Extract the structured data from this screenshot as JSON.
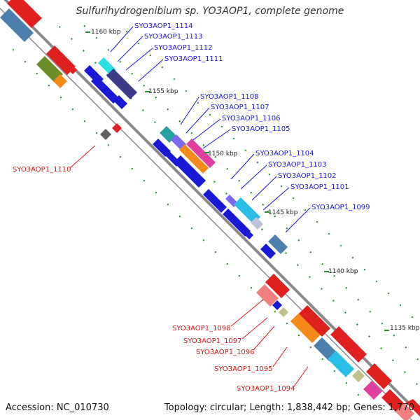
{
  "title": "Sulfurihydrogenibium sp. YO3AOP1, complete genome",
  "footer": {
    "accession": "Accession: NC_010730",
    "summary": "Topology: circular; Length: 1,838,442 bp; Genes: 1,770"
  },
  "colors": {
    "forward_label": "#1a1ad6",
    "reverse_label": "#d61a1a",
    "backbone": "#8a8a8a",
    "tick": "#2e8b2e"
  },
  "kbp_ticks": [
    {
      "label": "1160 kbp"
    },
    {
      "label": "1155 kbp"
    },
    {
      "label": "1150 kbp"
    },
    {
      "label": "1145 kbp"
    },
    {
      "label": "1140 kbp"
    },
    {
      "label": "1135 kbp"
    }
  ],
  "gene_labels": [
    {
      "name": "SYO3AOP1_1114",
      "strand": "forward"
    },
    {
      "name": "SYO3AOP1_1113",
      "strand": "forward"
    },
    {
      "name": "SYO3AOP1_1112",
      "strand": "forward"
    },
    {
      "name": "SYO3AOP1_1111",
      "strand": "forward"
    },
    {
      "name": "SYO3AOP1_1108",
      "strand": "forward"
    },
    {
      "name": "SYO3AOP1_1107",
      "strand": "forward"
    },
    {
      "name": "SYO3AOP1_1106",
      "strand": "forward"
    },
    {
      "name": "SYO3AOP1_1105",
      "strand": "forward"
    },
    {
      "name": "SYO3AOP1_1104",
      "strand": "forward"
    },
    {
      "name": "SYO3AOP1_1103",
      "strand": "forward"
    },
    {
      "name": "SYO3AOP1_1102",
      "strand": "forward"
    },
    {
      "name": "SYO3AOP1_1101",
      "strand": "forward"
    },
    {
      "name": "SYO3AOP1_1099",
      "strand": "forward"
    },
    {
      "name": "SYO3AOP1_1110",
      "strand": "reverse"
    },
    {
      "name": "SYO3AOP1_1098",
      "strand": "reverse"
    },
    {
      "name": "SYO3AOP1_1097",
      "strand": "reverse"
    },
    {
      "name": "SYO3AOP1_1096",
      "strand": "reverse"
    },
    {
      "name": "SYO3AOP1_1095",
      "strand": "reverse"
    },
    {
      "name": "SYO3AOP1_1094",
      "strand": "reverse"
    }
  ]
}
